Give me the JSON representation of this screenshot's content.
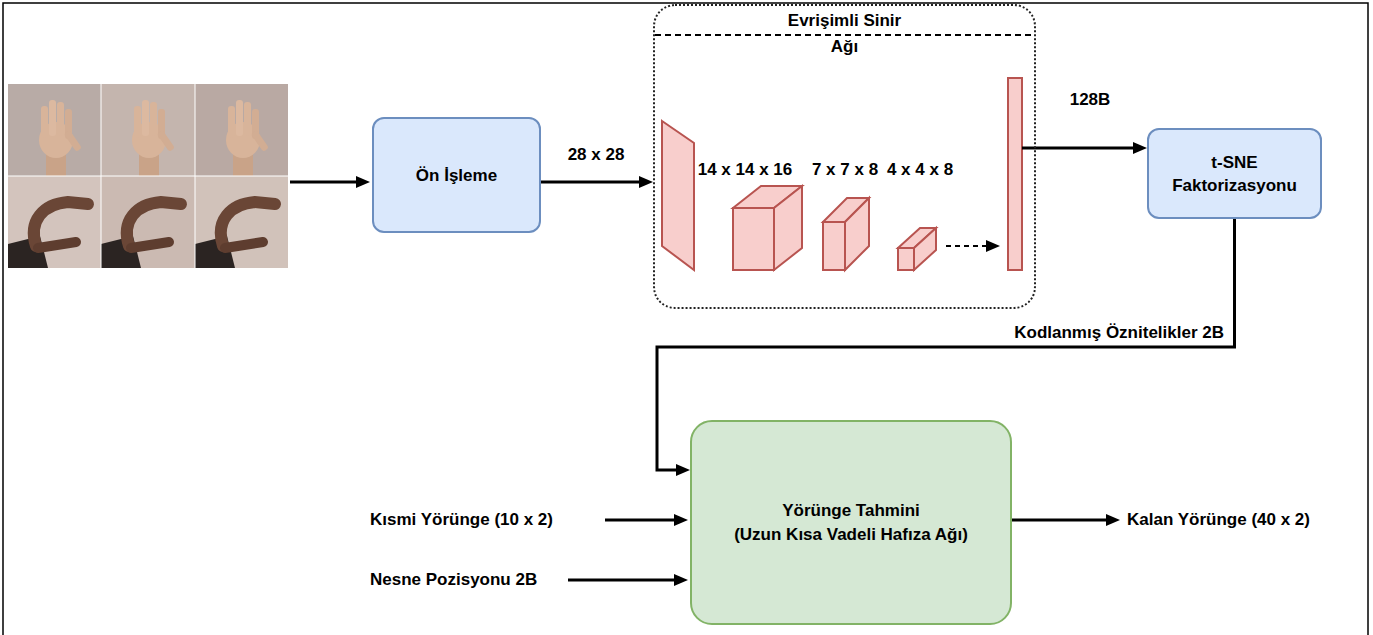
{
  "diagram": {
    "nodes": [
      {
        "text": [
          "Ön İşleme"
        ]
      },
      {
        "text": [
          "Evrişimli Sinir Ağı"
        ]
      },
      {
        "text": [
          "t-SNE Faktorizasyonu"
        ]
      },
      {
        "text": [
          "Yörünge Tahmini",
          "(Uzun Kısa Vadeli Hafıza Ağı)"
        ]
      }
    ],
    "edges": [
      {
        "from": 0,
        "to": 1,
        "arrow": "to",
        "label": "28 x 28"
      },
      {
        "from": 1,
        "to": 2,
        "arrow": "to",
        "label": "128B"
      },
      {
        "from": 2,
        "to": 3,
        "arrow": "to",
        "label": "Kodlanmış Öznitelikler 2B"
      }
    ],
    "labels": [
      "14 x 14 x 16",
      "7 x 7 x 8",
      "4 x 4 x 8",
      "Kısmi Yörünge (10 x 2)",
      "Nesne Pozisyonu 2B",
      "Kalan Yörünge (40 x 2)"
    ]
  }
}
